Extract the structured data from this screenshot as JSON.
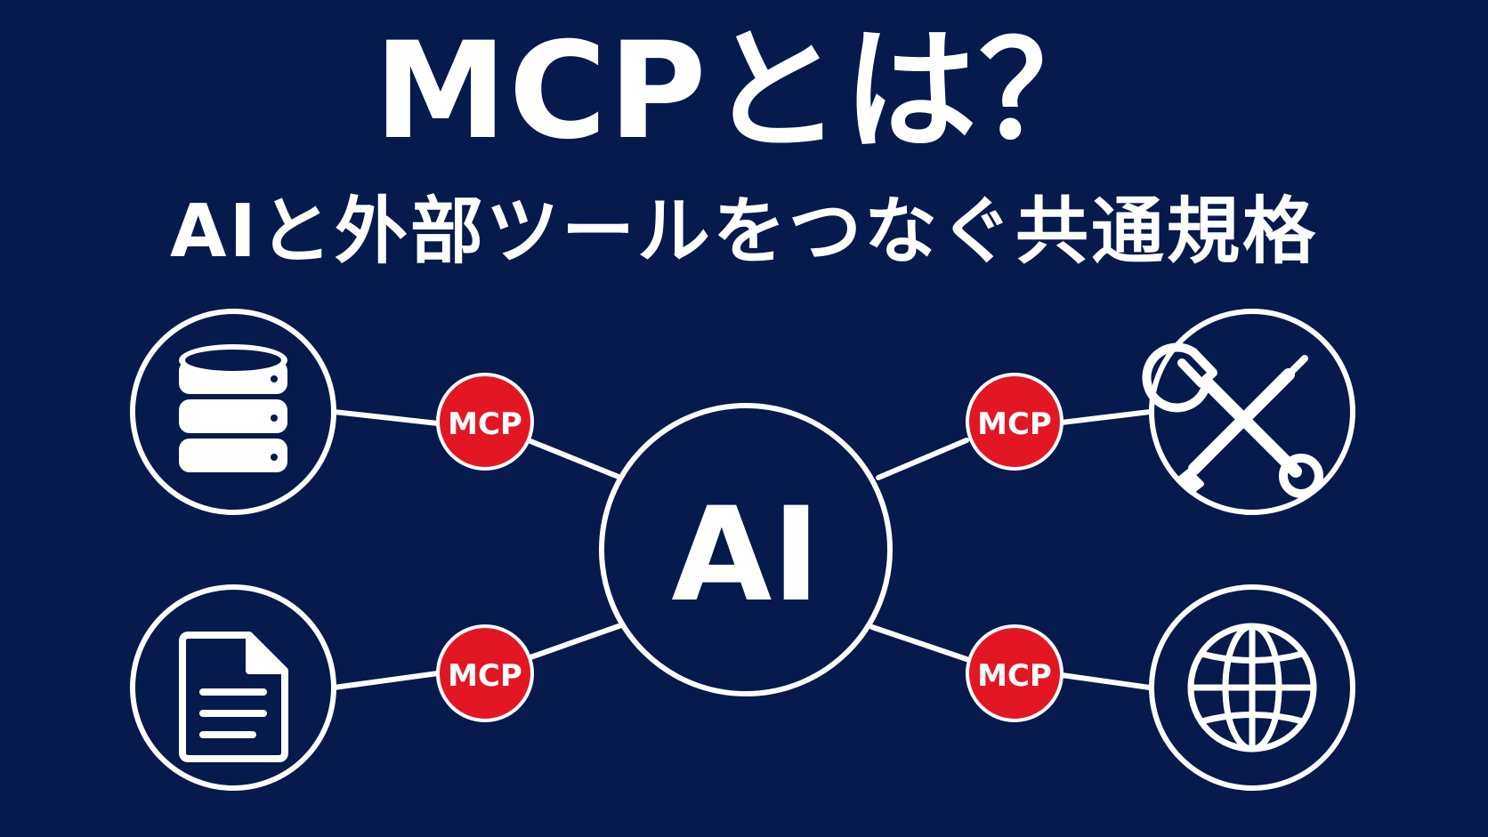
{
  "header": {
    "title": "MCPとは？",
    "subtitle": "AIと外部ツールをつなぐ共通規格"
  },
  "center": {
    "label": "AI"
  },
  "badges": [
    {
      "label": "MCP"
    },
    {
      "label": "MCP"
    },
    {
      "label": "MCP"
    },
    {
      "label": "MCP"
    }
  ],
  "icons": {
    "top_left": "database-icon",
    "bottom_left": "document-icon",
    "top_right": "tools-icon",
    "bottom_right": "globe-icon"
  },
  "colors": {
    "background": "#071a4d",
    "stroke": "#ffffff",
    "badge": "#e31724"
  }
}
